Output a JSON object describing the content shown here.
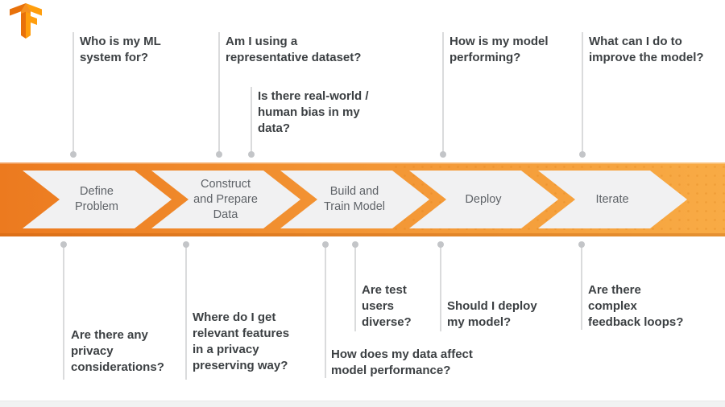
{
  "brand": {
    "logo_name": "TensorFlow"
  },
  "colors": {
    "band_gradient_start": "#ec7a1f",
    "band_gradient_end": "#f8ab45",
    "chevron_fill": "#f1f1f2",
    "stage_text": "#5f6368",
    "question_text": "#3c4043",
    "connector_line": "#dadbdc",
    "connector_dot": "#c3c5c8",
    "logo_dark_orange": "#e8710a",
    "logo_light_orange": "#ff9e0d"
  },
  "pipeline": {
    "stages": [
      {
        "label": "Define\nProblem"
      },
      {
        "label": "Construct\nand Prepare\nData"
      },
      {
        "label": "Build and\nTrain Model"
      },
      {
        "label": "Deploy"
      },
      {
        "label": "Iterate"
      }
    ]
  },
  "top_questions": [
    {
      "text": "Who is my ML\nsystem for?"
    },
    {
      "text": "Am I using a\nrepresentative dataset?"
    },
    {
      "text": "Is there real-world /\nhuman bias in my\ndata?"
    },
    {
      "text": "How is my model\nperforming?"
    },
    {
      "text": "What can I do to\nimprove the model?"
    }
  ],
  "bottom_questions": [
    {
      "text": "Are there any\nprivacy\nconsiderations?"
    },
    {
      "text": "Where do I get\nrelevant features\nin a privacy\npreserving way?"
    },
    {
      "text": "How does my data affect\nmodel performance?"
    },
    {
      "text": "Are test\nusers\ndiverse?"
    },
    {
      "text": "Should I deploy\nmy model?"
    },
    {
      "text": "Are there\ncomplex\nfeedback loops?"
    }
  ]
}
